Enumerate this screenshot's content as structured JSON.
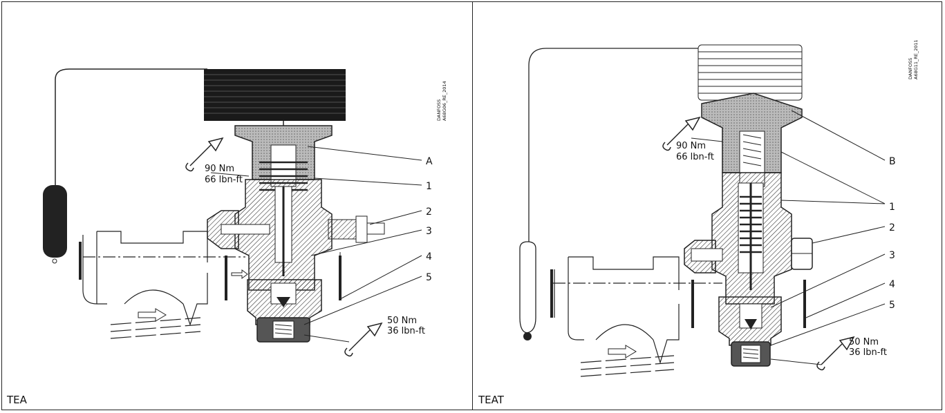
{
  "panels": [
    {
      "caption": "TEA",
      "code": [
        "DANFOSS",
        "A68G06_RE_2014"
      ],
      "labels": [
        "A",
        "1",
        "2",
        "3",
        "4",
        "5"
      ],
      "torque_top": [
        "90 Nm",
        "66 lbn-ft"
      ],
      "torque_bottom": [
        "50 Nm",
        "36 lbn-ft"
      ]
    },
    {
      "caption": "TEAT",
      "code": [
        "DANFOSS",
        "A68G11_RE_2011"
      ],
      "labels": [
        "B",
        "1",
        "2",
        "3",
        "4",
        "5"
      ],
      "torque_top": [
        "90 Nm",
        "66 lbn-ft"
      ],
      "torque_bottom": [
        "50 Nm",
        "36 lbn-ft"
      ]
    }
  ]
}
